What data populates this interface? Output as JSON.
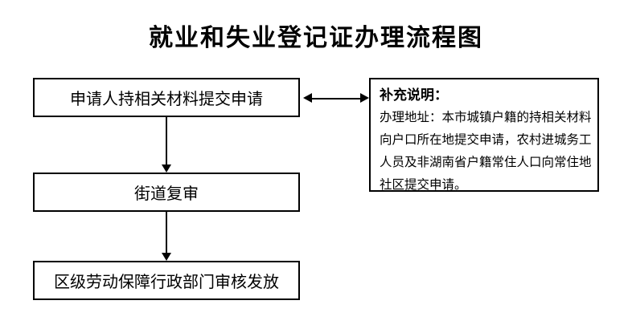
{
  "page": {
    "title": "就业和失业登记证办理流程图"
  },
  "flow": {
    "steps": [
      {
        "label": "申请人持相关材料提交申请"
      },
      {
        "label": "街道复审"
      },
      {
        "label": "区级劳动保障行政部门审核发放"
      }
    ]
  },
  "note": {
    "heading": "补充说明：",
    "body_lines": [
      "办理地址：本市城镇户籍的持相关材料",
      "向户口所在地提交申请，农村进城务工",
      "人员及非湖南省户籍常住人口向常住地",
      "社区提交申请。"
    ]
  },
  "colors": {
    "line": "#000000",
    "text": "#000000",
    "background": "#ffffff"
  }
}
